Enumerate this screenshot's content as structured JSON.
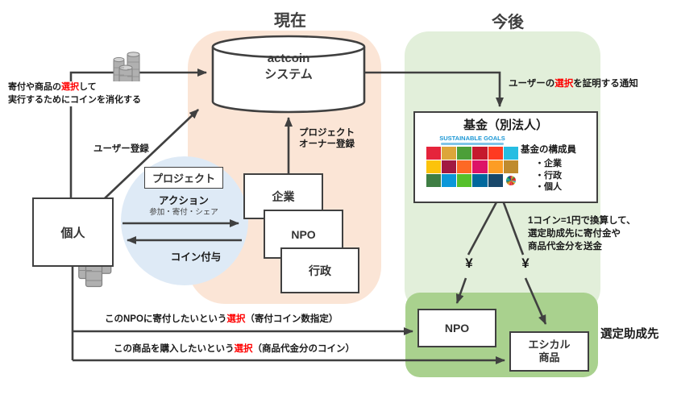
{
  "headers": {
    "current": "現在",
    "future": "今後"
  },
  "system": {
    "name_line1": "actcoin",
    "name_line2": "システム"
  },
  "left_flow": {
    "consume_line1_pre": "寄付や商品の",
    "consume_line1_red": "選択",
    "consume_line1_post": "して",
    "consume_line2": "実行するためにコインを消化する",
    "user_register": "ユーザー登録",
    "individual_label": "個人"
  },
  "project_area": {
    "project_tag": "プロジェクト",
    "action_label": "アクション",
    "action_sub": "参加・寄付・シェア",
    "coin_grant": "コイン付与",
    "owner_register_line1": "プロジェクト",
    "owner_register_line2": "オーナー登録",
    "company": "企業",
    "npo": "NPO",
    "government": "行政"
  },
  "future_area": {
    "notify_pre": "ユーザーの",
    "notify_red": "選択",
    "notify_post": "を証明する通知",
    "fund_title": "基金（別法人）",
    "sdgs_header": "SUSTAINABLE GOALS",
    "members_title": "基金の構成員",
    "member1": "・企業",
    "member2": "・行政",
    "member3": "・個人",
    "convert_line1": "1コイン=1円で換算して、",
    "convert_line2": "選定助成先に寄付金や",
    "convert_line3": "商品代金分を送金",
    "yen_left": "¥",
    "yen_right": "¥",
    "npo_label": "NPO",
    "ethical_line1": "エシカル",
    "ethical_line2": "商品",
    "grantee_label": "選定助成先"
  },
  "bottom_flow": {
    "donate_pre": "このNPOに寄付したいという",
    "donate_red": "選択",
    "donate_post": "（寄付コイン数指定）",
    "purchase_pre": "この商品を購入したいという",
    "purchase_red": "選択",
    "purchase_post": "（商品代金分のコイン）"
  },
  "sdg_tile_colors": [
    "#e5243b",
    "#dda63a",
    "#4c9f38",
    "#c5192d",
    "#ff3a21",
    "#26bde2",
    "#fcc30b",
    "#a21942",
    "#fd6925",
    "#dd1367",
    "#fd9d24",
    "#bf8b2e",
    "#3f7e44",
    "#0a97d9",
    "#56c02b",
    "#00689d",
    "#19486a",
    "wheel"
  ],
  "colors": {
    "orange_bg": "#fbe5d6",
    "green_bg": "#e2efda",
    "green_dark_bg": "#a9d18e",
    "blue_bg": "#deeaf6",
    "line": "#404040",
    "accent_red": "#ff0000",
    "sdgs_blue": "#1b97d5"
  }
}
